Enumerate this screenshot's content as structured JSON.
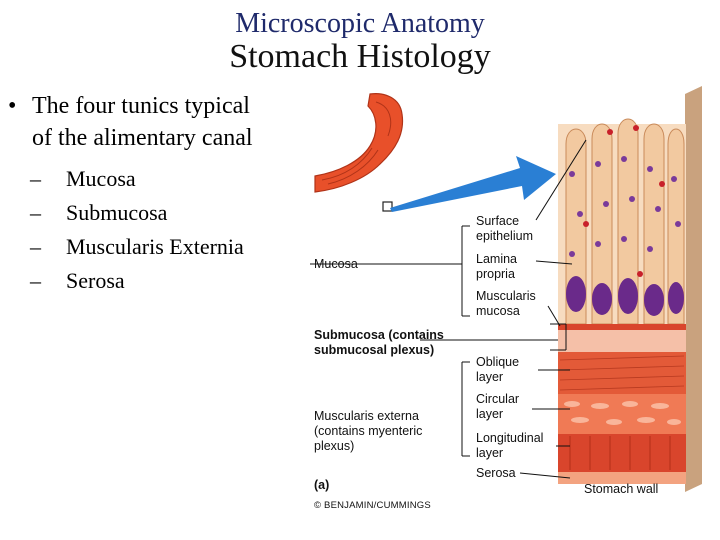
{
  "slide": {
    "supertitle": "Microscopic Anatomy",
    "title": "Stomach Histology",
    "bullet": {
      "symbol": "•",
      "line1": "The four tunics typical",
      "line2": "of the alimentary canal"
    },
    "subitems": [
      {
        "dash": "–",
        "label": "Mucosa"
      },
      {
        "dash": "–",
        "label": "Submucosa"
      },
      {
        "dash": "–",
        "label": "Muscularis Externia"
      },
      {
        "dash": "–",
        "label": "Serosa"
      }
    ]
  },
  "figure": {
    "labels": {
      "surface_epithelium": "Surface\nepithelium",
      "lamina_propria": "Lamina\npropria",
      "muscularis_mucosa": "Muscularis\nmucosa",
      "mucosa": "Mucosa",
      "submucosa": "Submucosa (contains\nsubmucosal plexus)",
      "oblique": "Oblique\nlayer",
      "circular": "Circular\nlayer",
      "longitudinal": "Longitudinal\nlayer",
      "serosa": "Serosa",
      "muscularis_externa": "Muscularis externa\n(contains myenteric\nplexus)",
      "panel": "(a)",
      "stomach_wall": "Stomach wall",
      "credit": "© BENJAMIN/CUMMINGS"
    },
    "colors": {
      "stomach": "#e8502a",
      "arrow": "#2a7fd4",
      "villi": "#f2c9a0",
      "muscle_dark": "#d9452c",
      "muscle_light": "#f07a55",
      "submucosa": "#f5c0a8",
      "nuclei": "#7a3a9a",
      "panel_bg": "#ffffff"
    }
  }
}
